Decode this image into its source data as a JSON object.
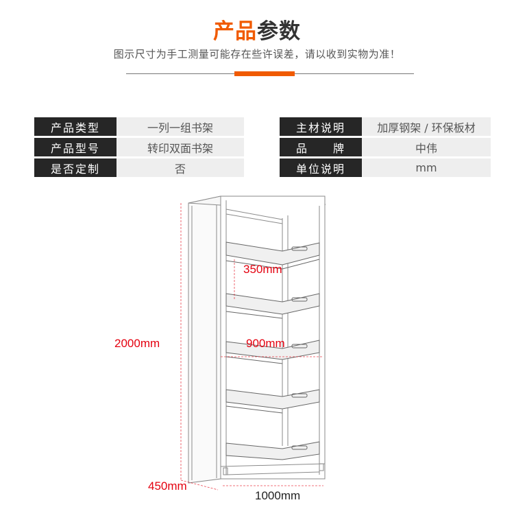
{
  "header": {
    "title_accent": "产品",
    "title_rest": "参数",
    "subtitle": "图示尺寸为手工测量可能存在些许误差，请以收到实物为准！",
    "accent_color": "#f05a00"
  },
  "specs_left": [
    {
      "key": "产品类型",
      "value": "一列一组书架"
    },
    {
      "key": "产品型号",
      "value": "转印双面书架"
    },
    {
      "key": "是否定制",
      "value": "否"
    }
  ],
  "specs_right": [
    {
      "key": "主材说明",
      "value": "加厚钢架 / 环保板材"
    },
    {
      "key": "品　　牌",
      "value": "中伟"
    },
    {
      "key": "单位说明",
      "value": "mm"
    }
  ],
  "dimensions": {
    "height": "2000mm",
    "depth": "450mm",
    "width": "1000mm",
    "shelf_gap": "350mm",
    "shelf_width": "900mm",
    "dimension_color": "#e4000f"
  }
}
